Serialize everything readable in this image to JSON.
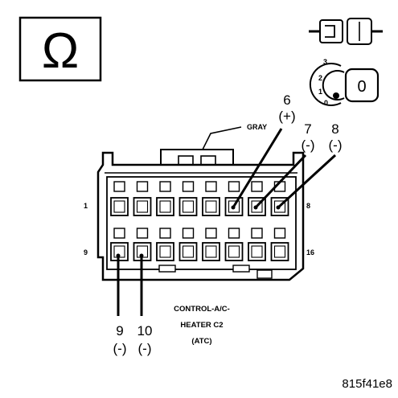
{
  "ohm_symbol": "Ω",
  "ignition": {
    "positions": [
      "3",
      "2",
      "1",
      "0"
    ],
    "key_position": "0"
  },
  "connector": {
    "wire_color": "GRAY",
    "pin_labels": {
      "top_left": "1",
      "top_right": "8",
      "bottom_left": "9",
      "bottom_right": "16"
    },
    "caption_lines": [
      "CONTROL-A/C-",
      "HEATER C2",
      "(ATC)"
    ]
  },
  "probes": [
    {
      "pin": "6",
      "polarity": "(+)"
    },
    {
      "pin": "7",
      "polarity": "(-)"
    },
    {
      "pin": "8",
      "polarity": "(-)"
    },
    {
      "pin": "9",
      "polarity": "(-)"
    },
    {
      "pin": "10",
      "polarity": "(-)"
    }
  ],
  "figure_id": "815f41e8"
}
